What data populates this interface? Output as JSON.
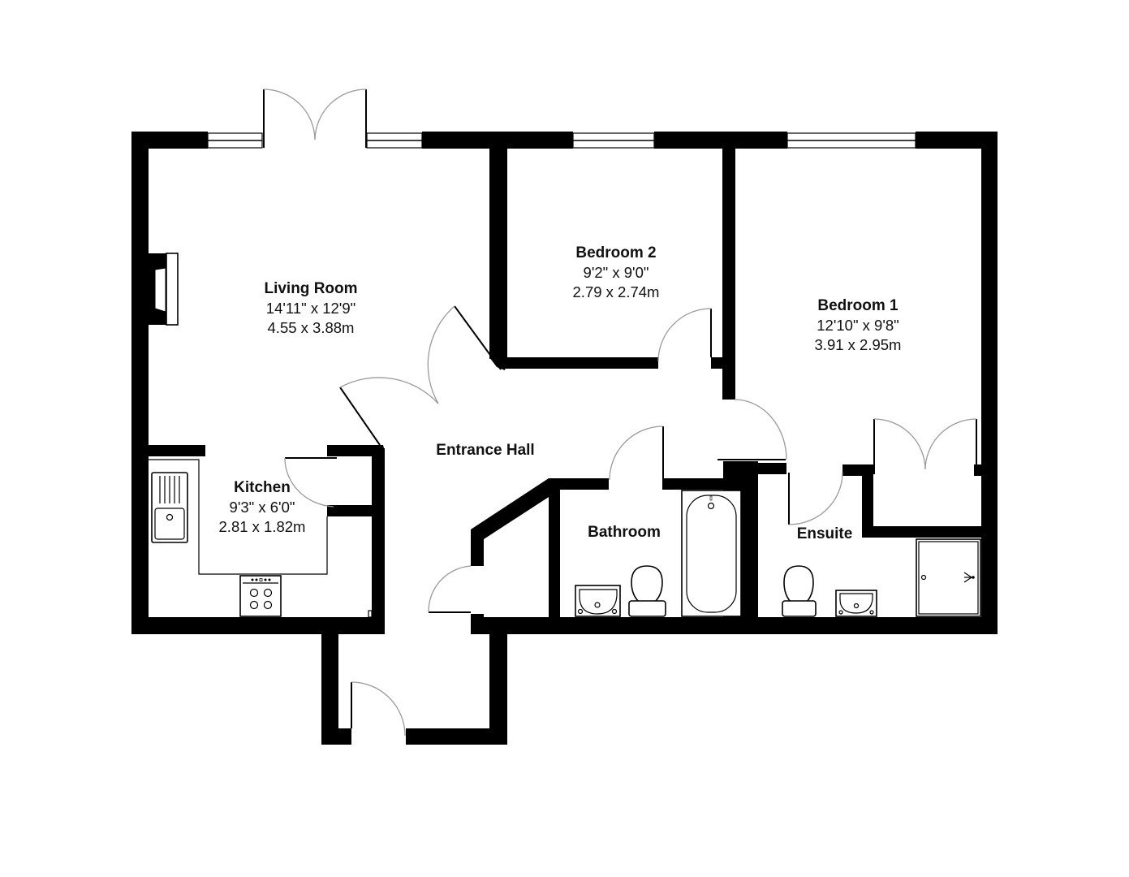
{
  "plan": {
    "wall_color": "#000000",
    "background": "#ffffff",
    "door_swing_color": "#9a9a9a"
  },
  "rooms": {
    "living_room": {
      "name": "Living Room",
      "imperial": "14'11\" x 12'9\"",
      "metric": "4.55 x 3.88m"
    },
    "bedroom_2": {
      "name": "Bedroom 2",
      "imperial": "9'2\" x 9'0\"",
      "metric": "2.79 x 2.74m"
    },
    "bedroom_1": {
      "name": "Bedroom 1",
      "imperial": "12'10\" x 9'8\"",
      "metric": "3.91 x 2.95m"
    },
    "kitchen": {
      "name": "Kitchen",
      "imperial": "9'3\" x 6'0\"",
      "metric": "2.81 x 1.82m"
    },
    "entrance_hall": {
      "name": "Entrance Hall"
    },
    "bathroom": {
      "name": "Bathroom"
    },
    "ensuite": {
      "name": "Ensuite"
    }
  },
  "fixtures": [
    "fireplace-icon",
    "sink-icon",
    "hob-icon",
    "basin-icon",
    "toilet-icon",
    "bath-icon",
    "shower-icon",
    "wardrobe-icon"
  ]
}
